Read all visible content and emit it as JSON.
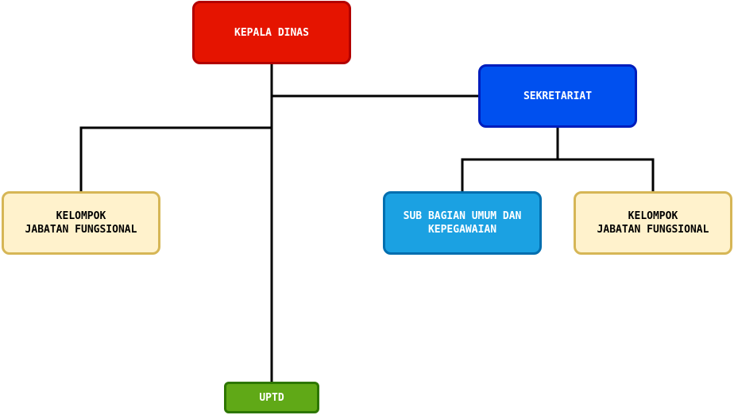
{
  "colors": {
    "kepala_fill": "#e51400",
    "kepala_border": "#b20000",
    "sekretariat_fill": "#0050ef",
    "sekretariat_border": "#001dbc",
    "subbag_fill": "#1ba1e2",
    "subbag_border": "#006eaf",
    "jabatan_fill": "#fff2cc",
    "jabatan_border": "#d6b656",
    "uptd_fill": "#60a917",
    "uptd_border": "#2d7600",
    "connector": "#000000",
    "light_text": "#ffffff",
    "dark_text": "#000000"
  },
  "nodes": {
    "kepala_dinas": "KEPALA DINAS",
    "sekretariat": "SEKRETARIAT",
    "kelompok_left": "KELOMPOK\nJABATAN FUNGSIONAL",
    "sub_bagian": "SUB BAGIAN UMUM DAN\nKEPEGAWAIAN",
    "kelompok_right": "KELOMPOK\nJABATAN FUNGSIONAL",
    "uptd": "UPTD"
  }
}
